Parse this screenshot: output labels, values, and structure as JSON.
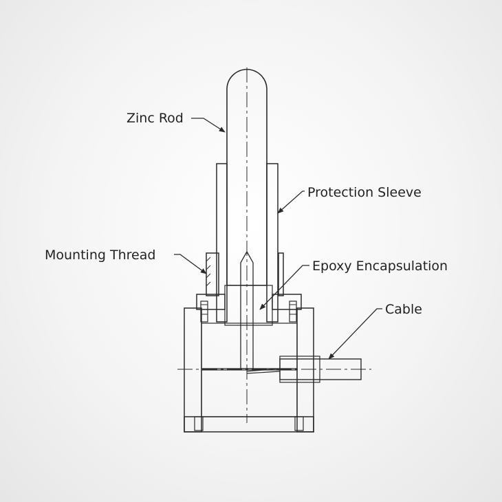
{
  "labels": {
    "zinc_rod": "Zinc Rod",
    "protection_sleeve": "Protection Sleeve",
    "mounting_thread": "Mounting Thread",
    "epoxy_encapsulation": "Epoxy Encapsulation",
    "cable": "Cable"
  },
  "colors": {
    "background": "#f4f4f4",
    "line": "#2a2a2a",
    "text": "#222222"
  }
}
